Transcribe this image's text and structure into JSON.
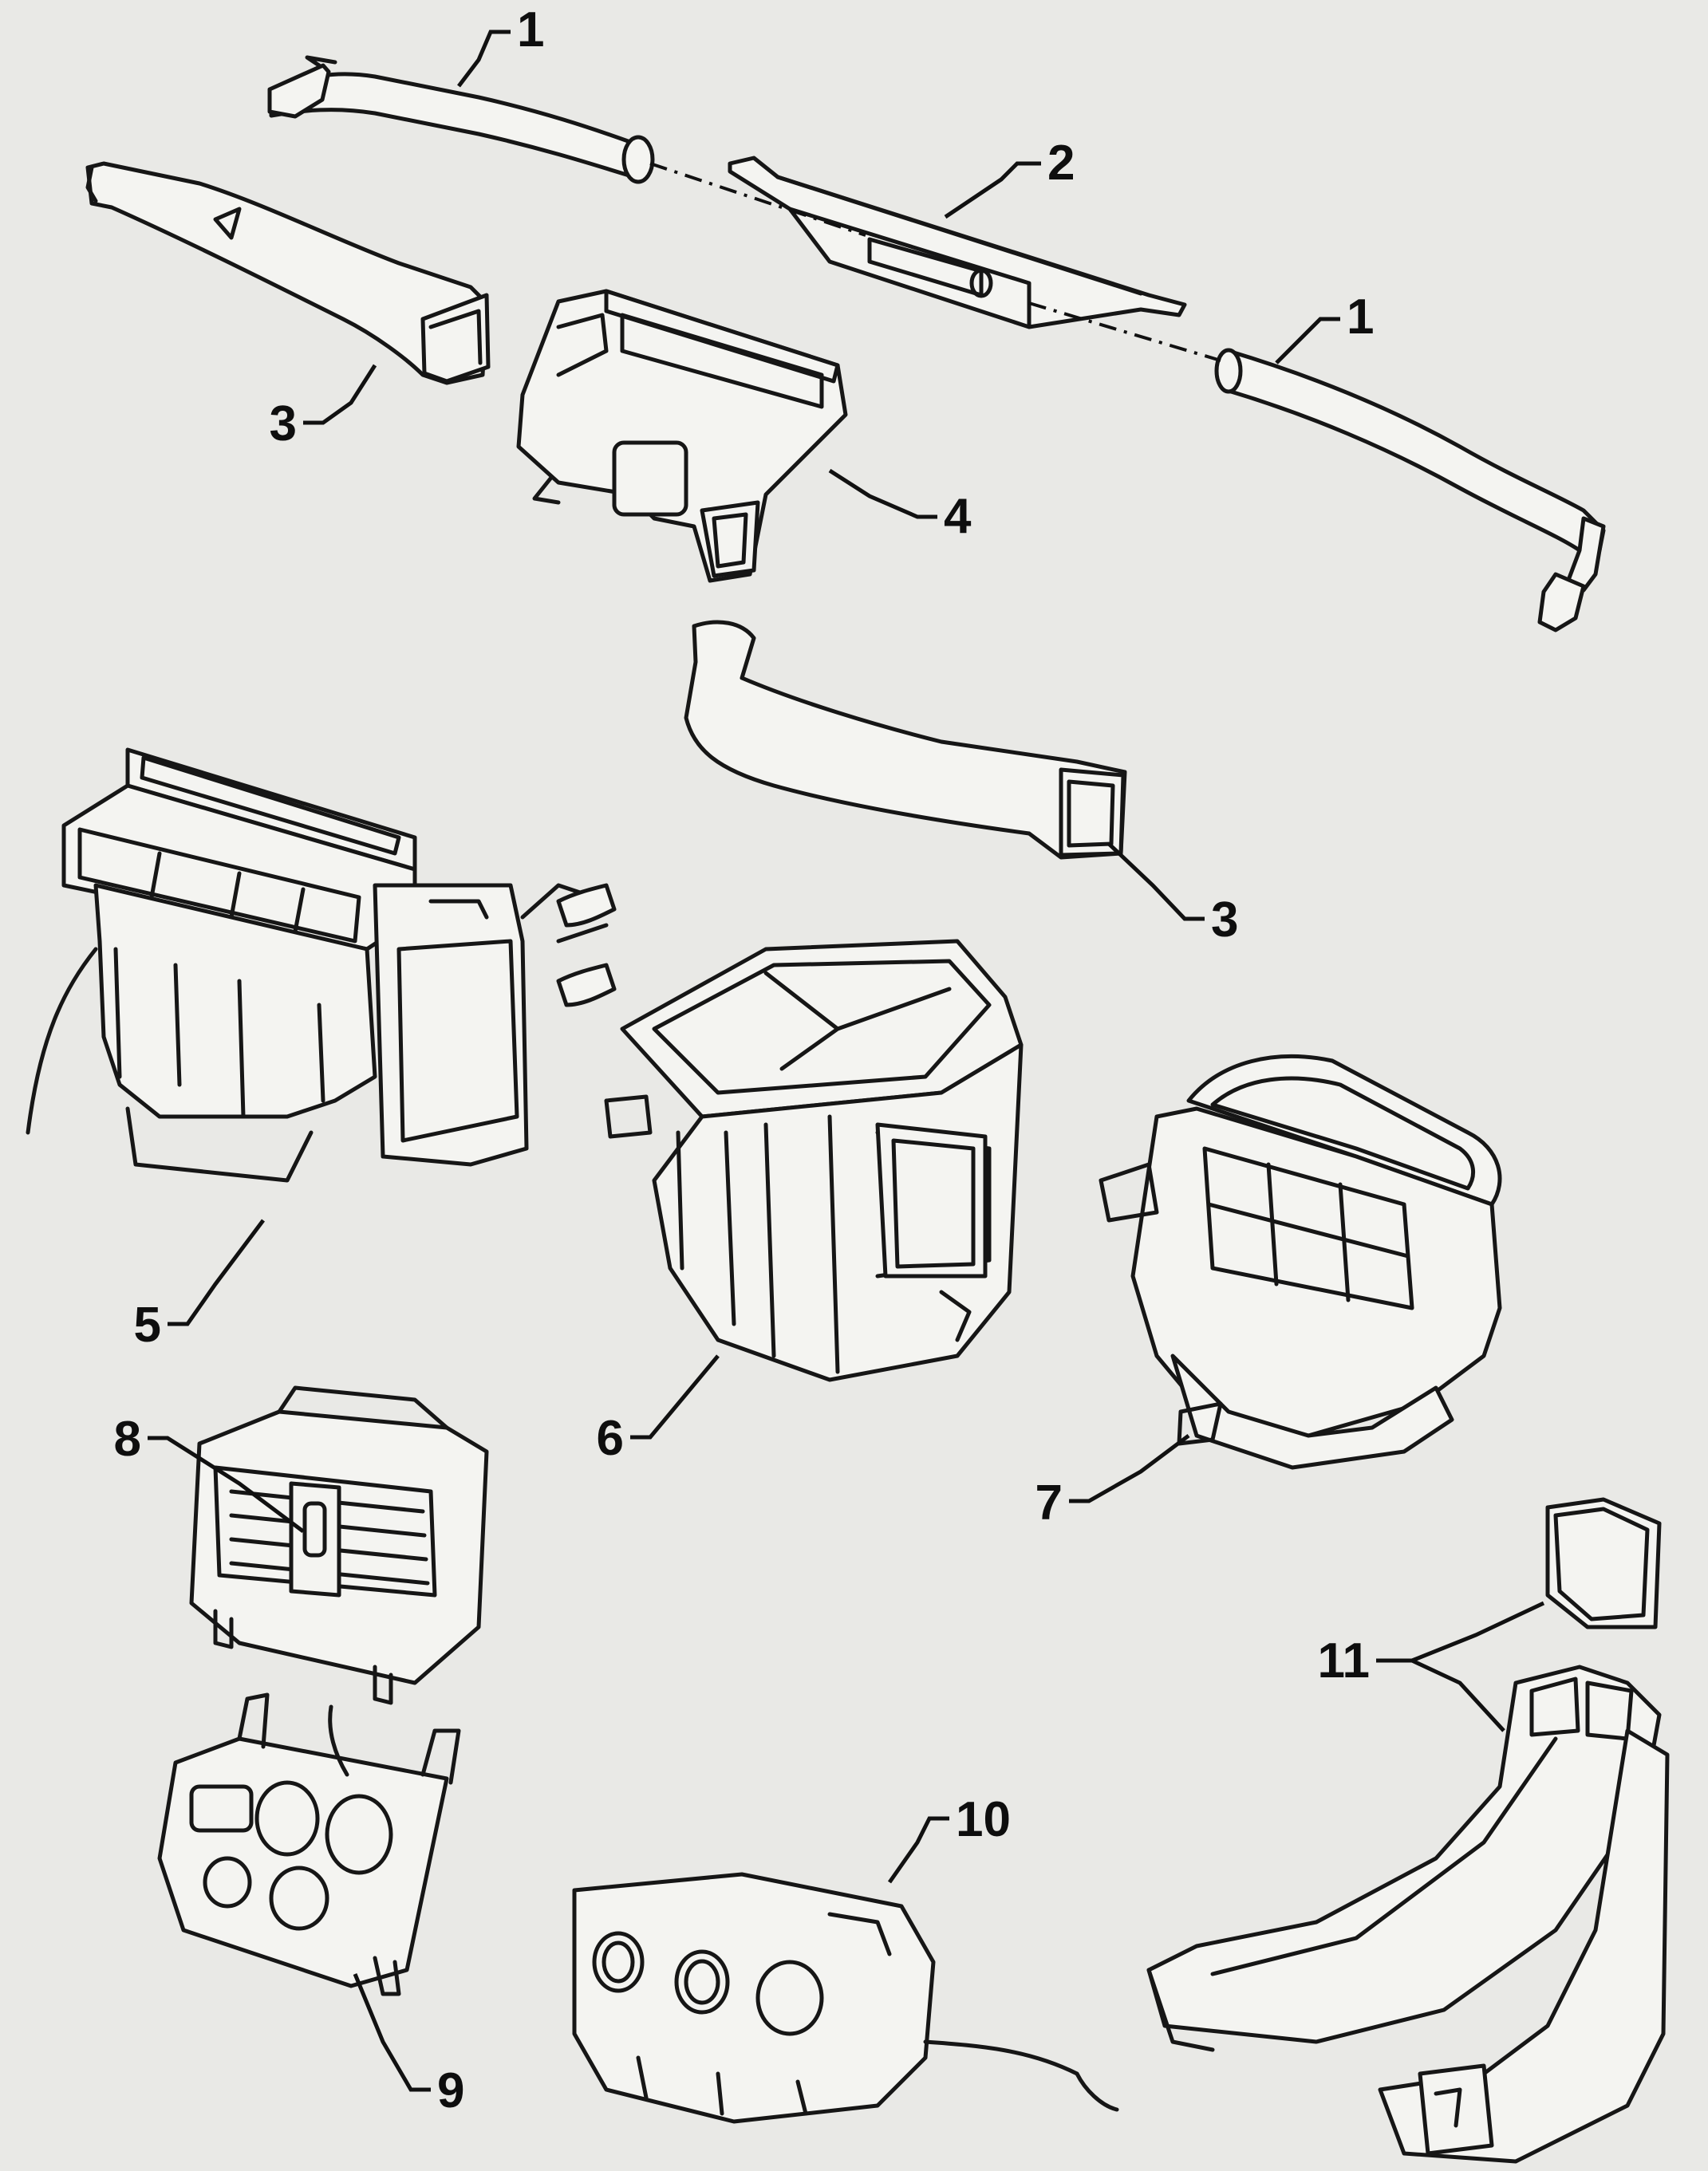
{
  "figure": {
    "background_color": "#e9e9e6",
    "line_color": "#161616",
    "callouts": [
      {
        "id": "c1a",
        "label": "1",
        "part": "side-duct-left"
      },
      {
        "id": "c1b",
        "label": "1",
        "part": "side-duct-right"
      },
      {
        "id": "c2",
        "label": "2",
        "part": "windshield-defroster-nozzle"
      },
      {
        "id": "c3a",
        "label": "3",
        "part": "floor-duct-upper"
      },
      {
        "id": "c3b",
        "label": "3",
        "part": "floor-duct-lower"
      },
      {
        "id": "c4",
        "label": "4",
        "part": "center-vent-duct"
      },
      {
        "id": "c5",
        "label": "5",
        "part": "heater-unit"
      },
      {
        "id": "c6",
        "label": "6",
        "part": "evaporator-housing"
      },
      {
        "id": "c7",
        "label": "7",
        "part": "blower-assembly"
      },
      {
        "id": "c8",
        "label": "8",
        "part": "center-air-vent"
      },
      {
        "id": "c9",
        "label": "9",
        "part": "climate-control-panel"
      },
      {
        "id": "c10",
        "label": "10",
        "part": "control-module"
      },
      {
        "id": "c11",
        "label": "11",
        "part": "rear-floor-ducts"
      }
    ]
  }
}
